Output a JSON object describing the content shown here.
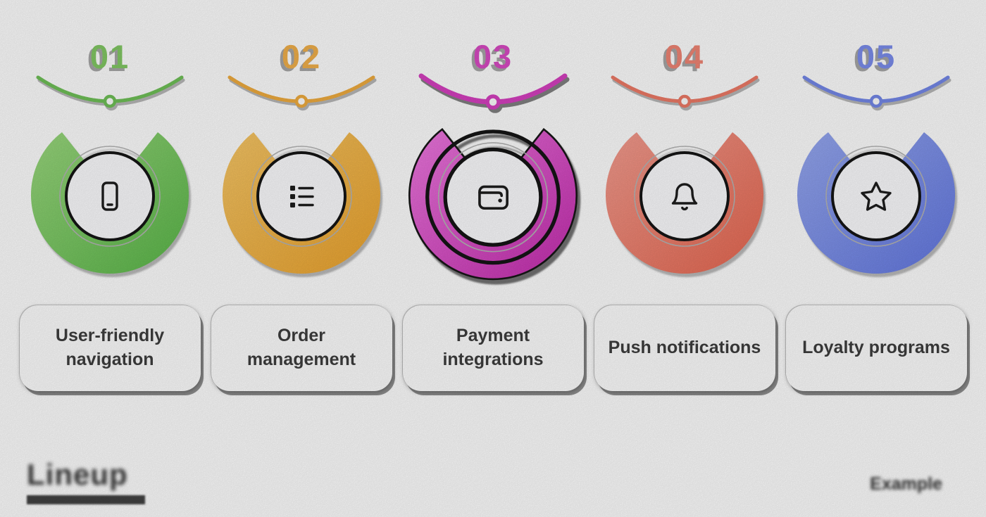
{
  "canvas": {
    "background": "#ffffff"
  },
  "items": [
    {
      "number": "01",
      "label": "User-friendly navigation",
      "icon": "smartphone-icon",
      "color_light": "#9bd97e",
      "color_dark": "#59b748",
      "number_color": "#82c964",
      "arc_color": "#6fc157",
      "emphasized": false
    },
    {
      "number": "02",
      "label": "Order management",
      "icon": "checklist-icon",
      "color_light": "#f7c766",
      "color_dark": "#eca32c",
      "number_color": "#f2b04a",
      "arc_color": "#f0ac3e",
      "emphasized": false
    },
    {
      "number": "03",
      "label": "Payment integrations",
      "icon": "wallet-icon",
      "color_light": "#f07ae2",
      "color_dark": "#c32aad",
      "number_color": "#d94ac4",
      "arc_color": "#d63fc0",
      "emphasized": true
    },
    {
      "number": "04",
      "label": "Push notifications",
      "icon": "bell-icon",
      "color_light": "#f59d90",
      "color_dark": "#e7664f",
      "number_color": "#f18574",
      "arc_color": "#ee7a66",
      "emphasized": false
    },
    {
      "number": "05",
      "label": "Loyalty programs",
      "icon": "star-icon",
      "color_light": "#97a9f1",
      "color_dark": "#6277e2",
      "number_color": "#7b8ded",
      "arc_color": "#7488e9",
      "emphasized": false
    }
  ],
  "footer": {
    "brand": "Lineup",
    "right_text": "Example"
  }
}
